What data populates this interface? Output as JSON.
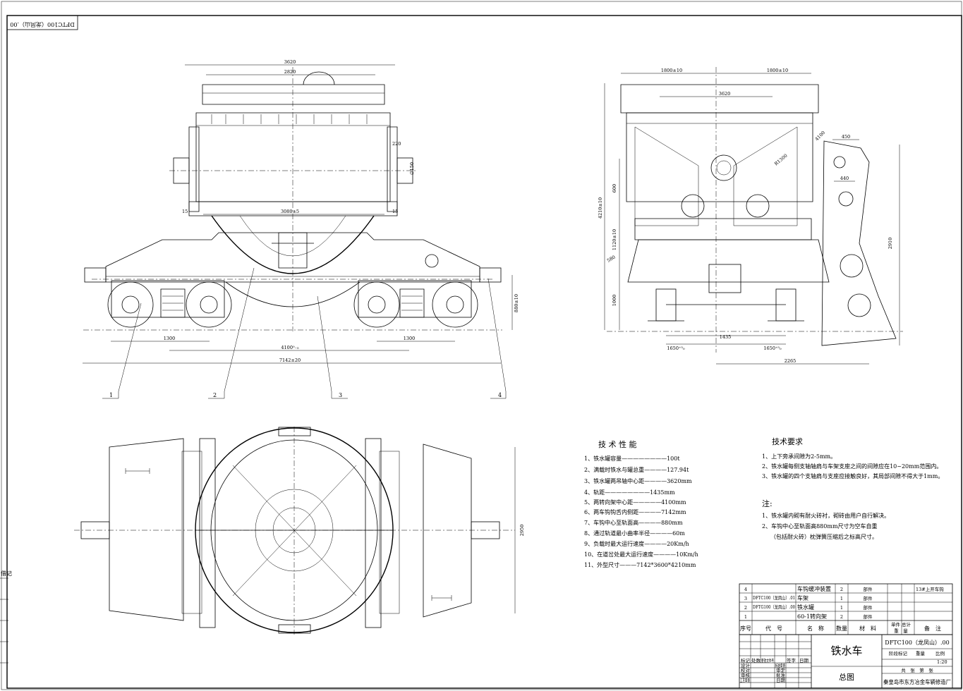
{
  "drawing_code_box": "DFTC100（龙凤山）.00",
  "left_edge_label": "借记",
  "front_view": {
    "dims": {
      "top_outer": "3620",
      "top_inner": "2820",
      "mid_width": "3080±5",
      "left_15": "15",
      "right_15": "15",
      "ear_220": "220",
      "ear_150": "∅150",
      "bogie_left": "1300",
      "bogie_right": "1300",
      "center_dist": "4100⁰₋₅",
      "overall": "7142±20",
      "height_880": "880±10"
    },
    "callouts": [
      "1",
      "2",
      "3",
      "4"
    ]
  },
  "side_view": {
    "dims": {
      "half_left": "1800±10",
      "half_right": "1800±10",
      "inner_3620": "3620",
      "h_4210": "4210±10",
      "h_600": "600",
      "h_1120": "1120±10",
      "h_1000": "1000",
      "r_4100": "4100",
      "d_450": "450",
      "d_440": "440",
      "h_2910": "2910",
      "w_1435": "1435",
      "w_1650_l": "1650⁺⁵₀",
      "w_1650_r": "1650⁺⁵₀",
      "w_2265": "2265",
      "r_1300": "R1300",
      "r_580": "580"
    }
  },
  "plan_view": {
    "dims": {
      "width_2950": "2950"
    }
  },
  "tech_performance": {
    "title": "技 术 性 能",
    "items": [
      "1、铁水罐容量————————100t",
      "2、满载时铁水与罐总重————127.94t",
      "3、铁水罐两吊轴中心距————3620mm",
      "4、轨距————————1435mm",
      "5、两转向架中心距—————4100mm",
      "6、两车钩钩舌内侧距————7142mm",
      "7、车钩中心至轨面高————880mm",
      "8、通过轨道最小曲率半径————60m",
      "9、负载时最大运行速度————20Km/h",
      "10、在道岔处最大运行速度————10Km/h",
      "11、外型尺寸———7142*3600*4210mm"
    ]
  },
  "tech_requirements": {
    "title": "技术要求",
    "items": [
      "1、上下旁承间隙为2-5mm。",
      "2、铁水罐每侧支轴轴肩与车架支座之间的间隙应在10~20mm范围内。",
      "3、铁水罐的四个支轴肩与支座应接触良好，其局部间隙不得大于1mm。"
    ]
  },
  "notes": {
    "title": "注:",
    "items": [
      "1、铁水罐内砌有耐火砖衬，砌砖由用户自行解决。",
      "2、车钩中心至轨面高880mm尺寸为空车自重",
      "（包括耐火砖）枕弹簧压缩后之标高尺寸。"
    ]
  },
  "parts_list": {
    "rows": [
      {
        "no": "4",
        "code": "",
        "name": "车钩缓冲装置",
        "qty": "2",
        "mat": "部件",
        "remark": "13#上开车钩"
      },
      {
        "no": "3",
        "code": "DFTC100（龙凤山）.01",
        "name": "车架",
        "qty": "1",
        "mat": "部件",
        "remark": ""
      },
      {
        "no": "2",
        "code": "DFTG100（龙凤山）.00",
        "name": "铁水罐",
        "qty": "1",
        "mat": "部件",
        "remark": ""
      },
      {
        "no": "1",
        "code": "",
        "name": "60-1转向架",
        "qty": "2",
        "mat": "部件",
        "remark": ""
      }
    ],
    "header": {
      "no": "序号",
      "code": "代　号",
      "name": "名　称",
      "qty": "数量",
      "mat": "材　料",
      "unit_total": "单件 总计",
      "weight": "重　量",
      "remark": "备　注"
    }
  },
  "title_block": {
    "product_name": "铁水车",
    "drawing_no": "DFTC100（龙凤山）.00",
    "sheet_type": "总图",
    "company": "秦皇岛市东方冶金车辆修造厂",
    "scale": "1:20",
    "stage_label": "阶段标记",
    "weight_label": "重量",
    "scale_label": "比例",
    "sheet_label": "共　张　第　张",
    "rev_headers": [
      "标记",
      "处数",
      "更改文件号",
      "签字",
      "日期"
    ],
    "roles": [
      "设计",
      "校对",
      "审核",
      "工艺审查"
    ],
    "roles_right": [
      "标准审查",
      "审定",
      "批准",
      "日期"
    ]
  },
  "colors": {
    "line": "#000000",
    "paper": "#ffffff"
  }
}
